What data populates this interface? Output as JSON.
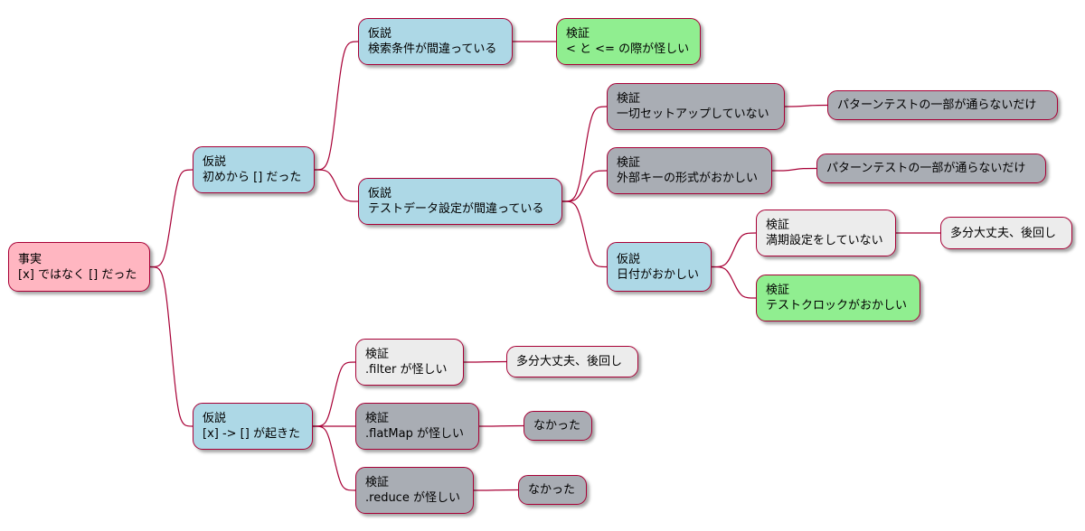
{
  "colors": {
    "fact": "#ffb6c1",
    "hypothesis": "#add8e6",
    "verified": "#90ee90",
    "dismissed": "#a9adb4",
    "pending": "#ececec",
    "border": "#a80036"
  },
  "nodes": {
    "root": {
      "line1": "事実",
      "line2": "[x] ではなく [] だった"
    },
    "h_initial": {
      "line1": "仮説",
      "line2": "初めから [] だった"
    },
    "h_search": {
      "line1": "仮説",
      "line2": "検索条件が間違っている"
    },
    "v_compare": {
      "line1": "検証",
      "line2": "< と <= の際が怪しい"
    },
    "h_testdata": {
      "line1": "仮説",
      "line2": "テストデータ設定が間違っている"
    },
    "v_nosetup": {
      "line1": "検証",
      "line2": "一切セットアップしていない"
    },
    "r_nosetup": {
      "line1": "パターンテストの一部が通らないだけ"
    },
    "v_foreignkey": {
      "line1": "検証",
      "line2": "外部キーの形式がおかしい"
    },
    "r_foreignkey": {
      "line1": "パターンテストの一部が通らないだけ"
    },
    "h_date": {
      "line1": "仮説",
      "line2": "日付がおかしい"
    },
    "v_expiry": {
      "line1": "検証",
      "line2": "満期設定をしていない"
    },
    "r_expiry": {
      "line1": "多分大丈夫、後回し"
    },
    "v_clock": {
      "line1": "検証",
      "line2": "テストクロックがおかしい"
    },
    "h_transform": {
      "line1": "仮説",
      "line2": "[x] -> [] が起きた"
    },
    "v_filter": {
      "line1": "検証",
      "line2": ".filter が怪しい"
    },
    "r_filter": {
      "line1": "多分大丈夫、後回し"
    },
    "v_flatmap": {
      "line1": "検証",
      "line2": ".flatMap が怪しい"
    },
    "r_flatmap": {
      "line1": "なかった"
    },
    "v_reduce": {
      "line1": "検証",
      "line2": ".reduce が怪しい"
    },
    "r_reduce": {
      "line1": "なかった"
    }
  }
}
